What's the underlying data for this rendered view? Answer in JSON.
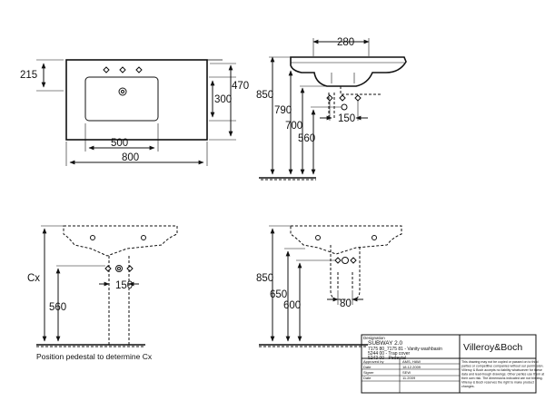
{
  "dimensions": {
    "top_width_inner": "500",
    "top_width_total": "800",
    "top_depth": "215",
    "top_basin_depth": "300",
    "top_total_depth": "470",
    "side_depth": "280",
    "side_h850": "850",
    "side_h790": "790",
    "side_h700": "700",
    "side_h560": "560",
    "side_hole_spacing": "150",
    "front_cx": "Cx",
    "front_h560": "560",
    "front_hole_spacing": "150",
    "pedestal_h850": "850",
    "pedestal_h650": "650",
    "pedestal_h600": "600",
    "pedestal_width": "80"
  },
  "note": "Position pedestal to determine Cx",
  "title_block": {
    "designation_label": "Designation",
    "product": "SUBWAY 2.0",
    "line1": "7175 80_7175 81 - Vanity washbasin",
    "line2": "5244 00 - Trap cover",
    "line3": "5243 00 - Pedestal",
    "brand": "Villeroy&Boch",
    "rows": [
      {
        "label": "Approved by",
        "value": "AMS, HAW"
      },
      {
        "label": "Date",
        "value": "18.12.2009"
      },
      {
        "label": "Signer",
        "value": "SEW"
      },
      {
        "label": "Date",
        "value": "11.2009"
      }
    ],
    "disclaimer": [
      "This drawing may not be copied or passed on to third",
      "parties or competitive companies without our permission.",
      "Villeroy & Boch accepts no liability whatsoever for these",
      "data and lead-trough drawings. Other parties use them at",
      "their own risk. The dimensions indicated are not binding.",
      "Villeroy & Boch reserves the right to make product",
      "changes."
    ]
  },
  "colors": {
    "line": "#111111",
    "background": "#ffffff"
  }
}
